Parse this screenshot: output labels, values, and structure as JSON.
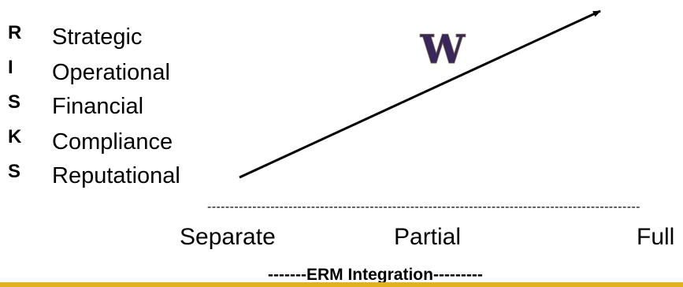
{
  "risks": {
    "letters": [
      "R",
      "I",
      "S",
      "K",
      "S"
    ],
    "items": [
      "Strategic",
      "Operational",
      "Financial",
      "Compliance",
      "Reputational"
    ]
  },
  "scale": {
    "separator": "------------------------------------------------------------------------------------------------",
    "left_label": "Separate",
    "middle_label": "Partial",
    "right_label": "Full",
    "caption": "-------ERM Integration---------"
  },
  "logo": {
    "letter": "W",
    "fill_color": "#39275B",
    "outline_color": "#85754E"
  },
  "colors": {
    "bottom_rule": "#E0B21E",
    "arrow": "#000000"
  }
}
